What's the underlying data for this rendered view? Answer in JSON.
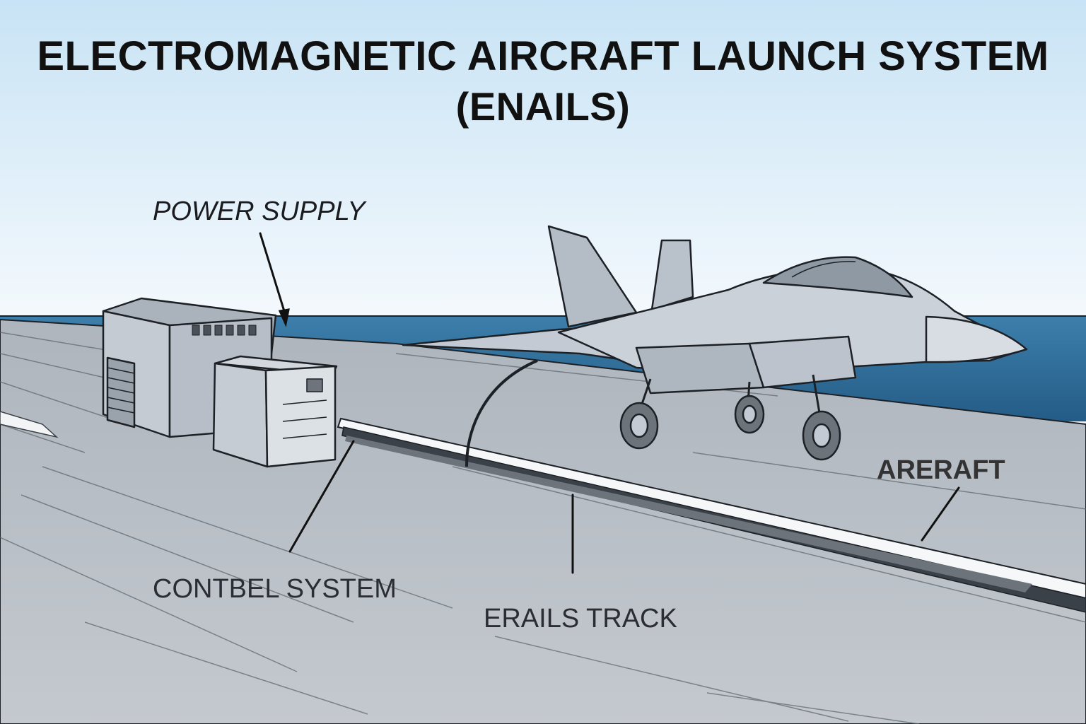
{
  "title": {
    "line1": "ELECTROMAGNETIC AIRCRAFT LAUNCH SYSTEM",
    "line2": "(ENAILS)"
  },
  "labels": {
    "power_supply": "POWER SUPPLY",
    "control_system": "CONTBEL SYSTEM",
    "track": "ERAILS TRACK",
    "aircraft": "ARERAFT"
  },
  "colors": {
    "sky_top": "#cfe6f6",
    "sky_bottom": "#f3f8fc",
    "sea": "#2f6f9c",
    "deck": "#b9bfc6",
    "metal": "#c3cad3",
    "outline": "#1d2126"
  }
}
